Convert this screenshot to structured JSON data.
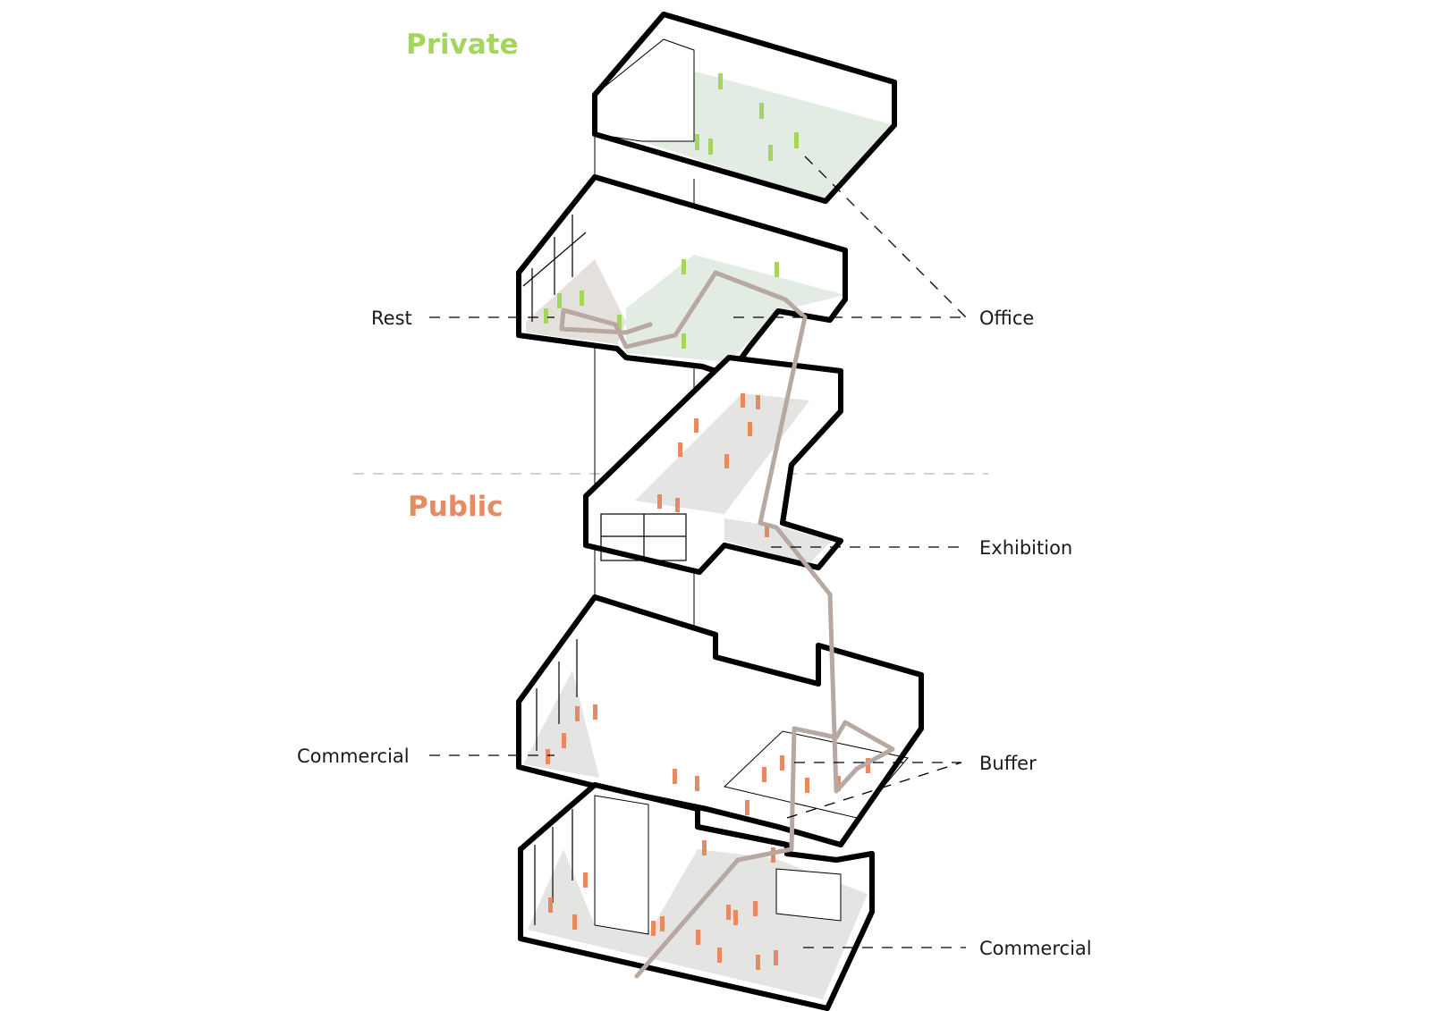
{
  "zones": {
    "private": {
      "label": "Private",
      "color": "#a4d65e"
    },
    "public": {
      "label": "Public",
      "color": "#e58a62"
    }
  },
  "labels": {
    "rest": "Rest",
    "office": "Office",
    "exhibition": "Exhibition",
    "commercial_upper": "Commercial",
    "buffer": "Buffer",
    "commercial_lower": "Commercial"
  },
  "colors": {
    "private_floor": "#e3ece2",
    "public_floor": "#e4e4e2",
    "circulation_path": "#b7a8a2",
    "outline": "#000000"
  }
}
